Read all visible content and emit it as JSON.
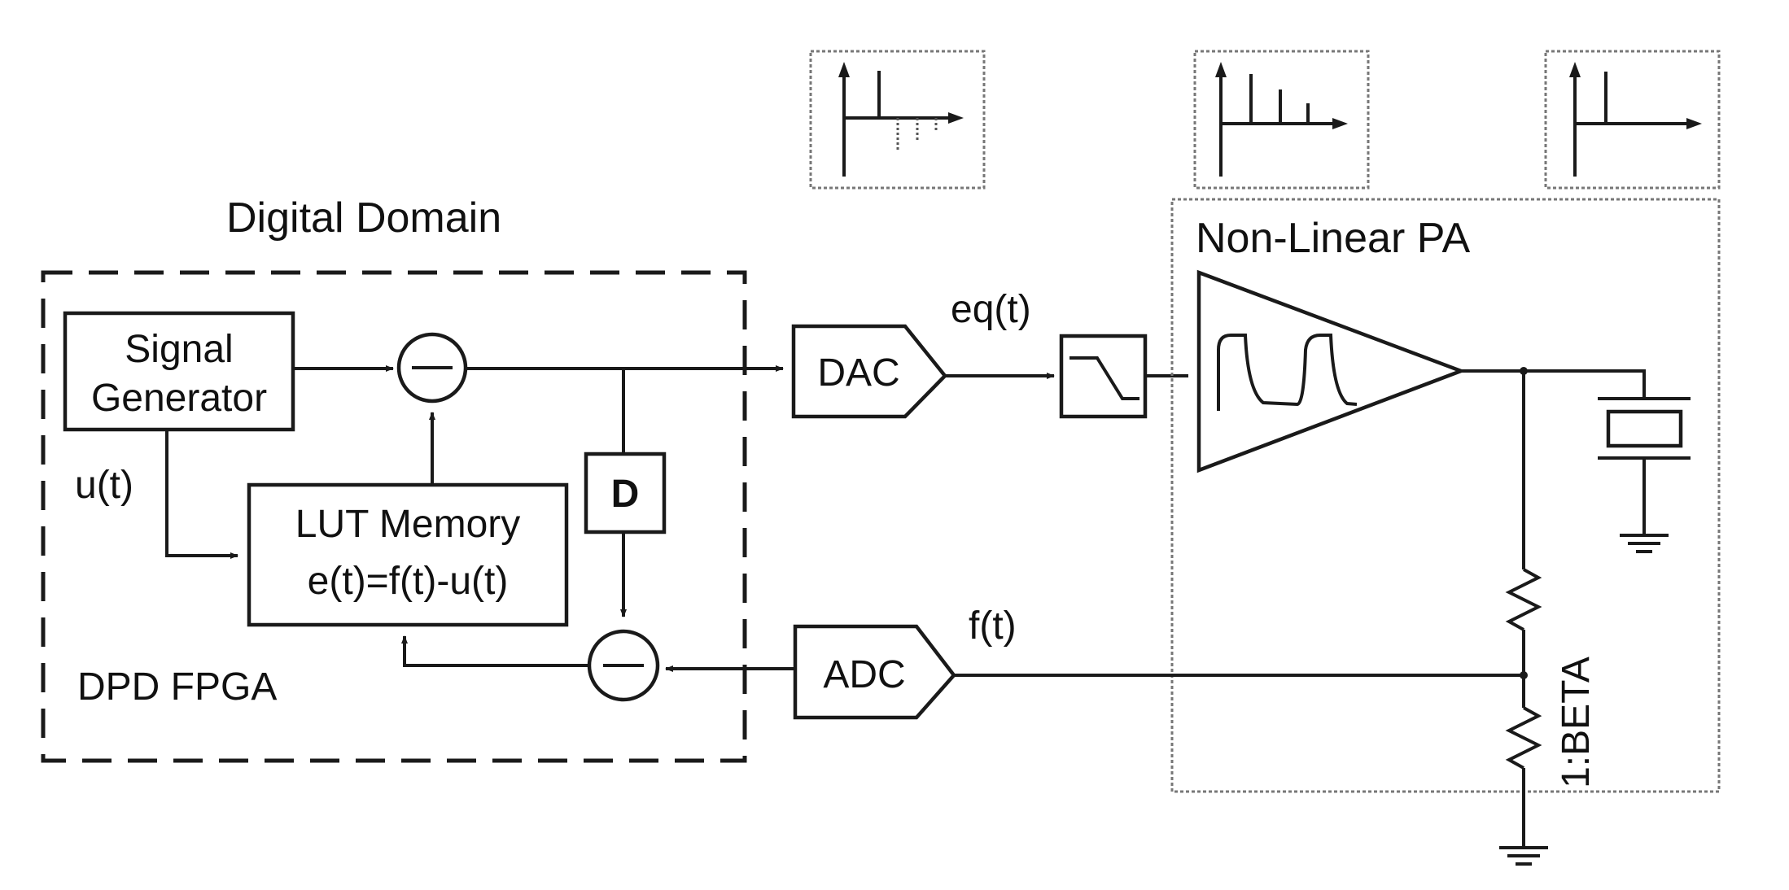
{
  "labels": {
    "digital_domain": "Digital Domain",
    "signal_generator_line1": "Signal",
    "signal_generator_line2": "Generator",
    "u_t": "u(t)",
    "lut_line1": "LUT Memory",
    "lut_line2": "e(t)=f(t)-u(t)",
    "delay": "D",
    "dpd_fpga": "DPD FPGA",
    "dac": "DAC",
    "adc": "ADC",
    "eq_t": "eq(t)",
    "f_t": "f(t)",
    "non_linear_pa": "Non-Linear PA",
    "ratio": "1:BETA"
  }
}
